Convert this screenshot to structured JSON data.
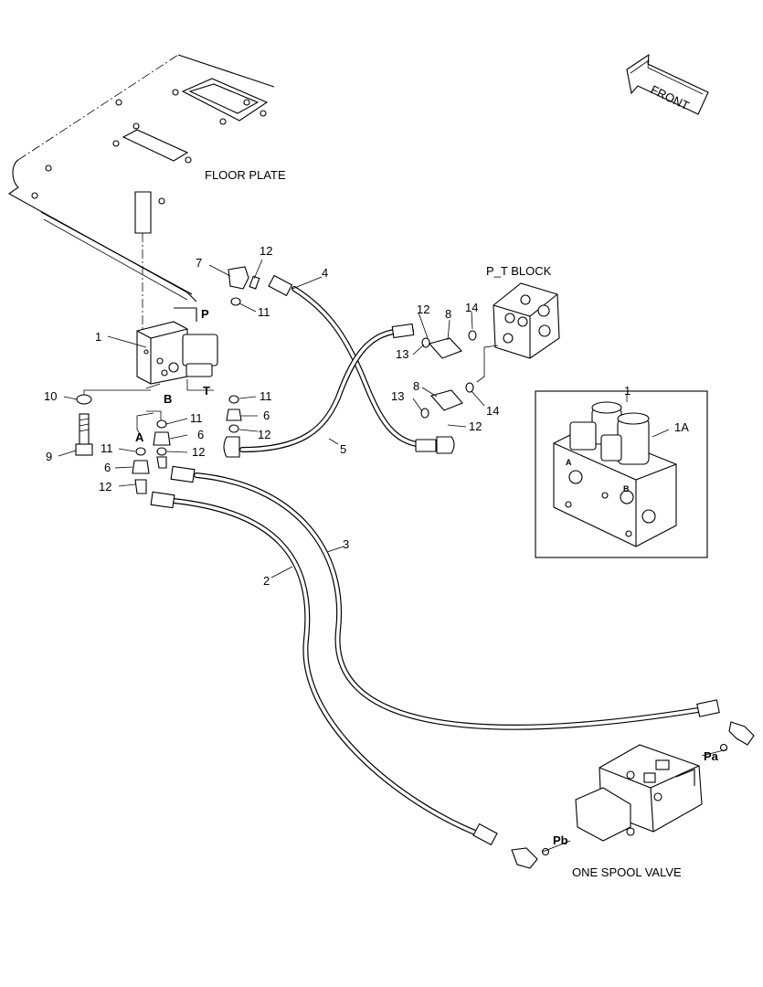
{
  "labels": {
    "floor_plate": "FLOOR PLATE",
    "pt_block": "P_T BLOCK",
    "one_spool_valve": "ONE SPOOL VALVE",
    "front": "FRONT"
  },
  "ports": {
    "p": "P",
    "t": "T",
    "a": "A",
    "b": "B",
    "pa": "Pa",
    "pb": "Pb",
    "detail_a": "A",
    "detail_b": "B"
  },
  "callouts": {
    "c1": "1",
    "c2": "2",
    "c3": "3",
    "c4": "4",
    "c5": "5",
    "c6a": "6",
    "c6b": "6",
    "c7": "7",
    "c8a": "8",
    "c8b": "8",
    "c9": "9",
    "c10": "10",
    "c11a": "11",
    "c11b": "11",
    "c11c": "11",
    "c11d": "11",
    "c12a": "12",
    "c12b": "12",
    "c12c": "12",
    "c12d": "12",
    "c12e": "12",
    "c12f": "12",
    "c13a": "13",
    "c13b": "13",
    "c14a": "14",
    "c14b": "14",
    "detail_1": "1",
    "detail_1a": "1A"
  }
}
